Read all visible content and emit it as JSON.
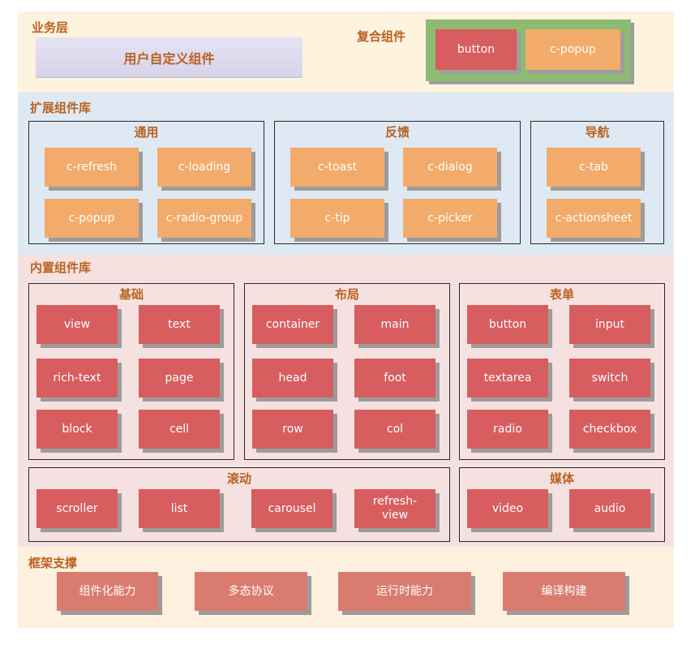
{
  "business": {
    "title": "业务层",
    "custom_label": "用户自定义组件",
    "composite_title": "复合组件",
    "composite_items": [
      "button",
      "c-popup"
    ]
  },
  "extended": {
    "title": "扩展组件库",
    "groups": [
      {
        "name": "通用",
        "items": [
          "c-refresh",
          "c-loading",
          "c-popup",
          "c-radio-group"
        ]
      },
      {
        "name": "反馈",
        "items": [
          "c-toast",
          "c-dialog",
          "c-tip",
          "c-picker"
        ]
      },
      {
        "name": "导航",
        "items": [
          "c-tab",
          "c-actionsheet"
        ]
      }
    ]
  },
  "builtin": {
    "title": "内置组件库",
    "groups": [
      {
        "name": "基础",
        "items": [
          "view",
          "text",
          "rich-text",
          "page",
          "block",
          "cell"
        ]
      },
      {
        "name": "布局",
        "items": [
          "container",
          "main",
          "head",
          "foot",
          "row",
          "col"
        ]
      },
      {
        "name": "表单",
        "items": [
          "button",
          "input",
          "textarea",
          "switch",
          "radio",
          "checkbox"
        ]
      },
      {
        "name": "滚动",
        "items": [
          "scroller",
          "list",
          "carousel",
          "refresh-\nview"
        ]
      },
      {
        "name": "媒体",
        "items": [
          "video",
          "audio"
        ]
      }
    ]
  },
  "framework": {
    "title": "框架支撑",
    "items": [
      "组件化能力",
      "多态协议",
      "运行时能力",
      "编译构建"
    ]
  },
  "colors": {
    "business_bg": "#fdf3df",
    "extended_bg": "#dfe9f3",
    "builtin_bg": "#f6e1e1",
    "framework_bg": "#fdf0df",
    "custom_fill": "#dcd8ec",
    "composite_frame": "#8dbb72",
    "orange_box": "#f2ab6a",
    "red_box": "#d85d5f",
    "salmon_box": "#d97b6f",
    "title_text": "#b8621f"
  }
}
